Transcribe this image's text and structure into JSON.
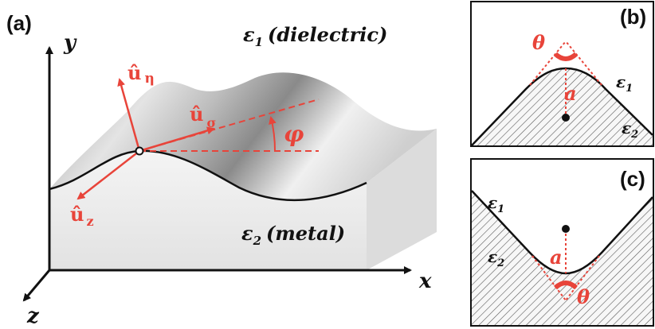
{
  "panels": {
    "a": {
      "label": "(a)",
      "y_axis": "y",
      "x_axis": "x",
      "z_axis": "z",
      "medium1": "ε",
      "medium1_sub": "1",
      "medium1_name": "(dielectric)",
      "medium2": "ε",
      "medium2_sub": "2",
      "medium2_name": "(metal)",
      "u_eta_hat": "û",
      "u_eta_sub": "η",
      "u_sigma_hat": "û",
      "u_sigma_sub": "σ",
      "u_z_hat": "û",
      "u_z_sub": "z",
      "angle": "φ"
    },
    "b": {
      "label": "(b)",
      "angle": "θ",
      "radius": "a",
      "eps1": "ε",
      "eps1_sub": "1",
      "eps2": "ε",
      "eps2_sub": "2"
    },
    "c": {
      "label": "(c)",
      "angle": "θ",
      "radius": "a",
      "eps1": "ε",
      "eps1_sub": "1",
      "eps2": "ε",
      "eps2_sub": "2"
    }
  },
  "colors": {
    "accent": "#e8443a",
    "ink": "#111111",
    "surface_light": "#f2f2f2",
    "surface_dark": "#8c8c8c",
    "side_face": "#e9e9e9",
    "hatch": "#555555"
  }
}
